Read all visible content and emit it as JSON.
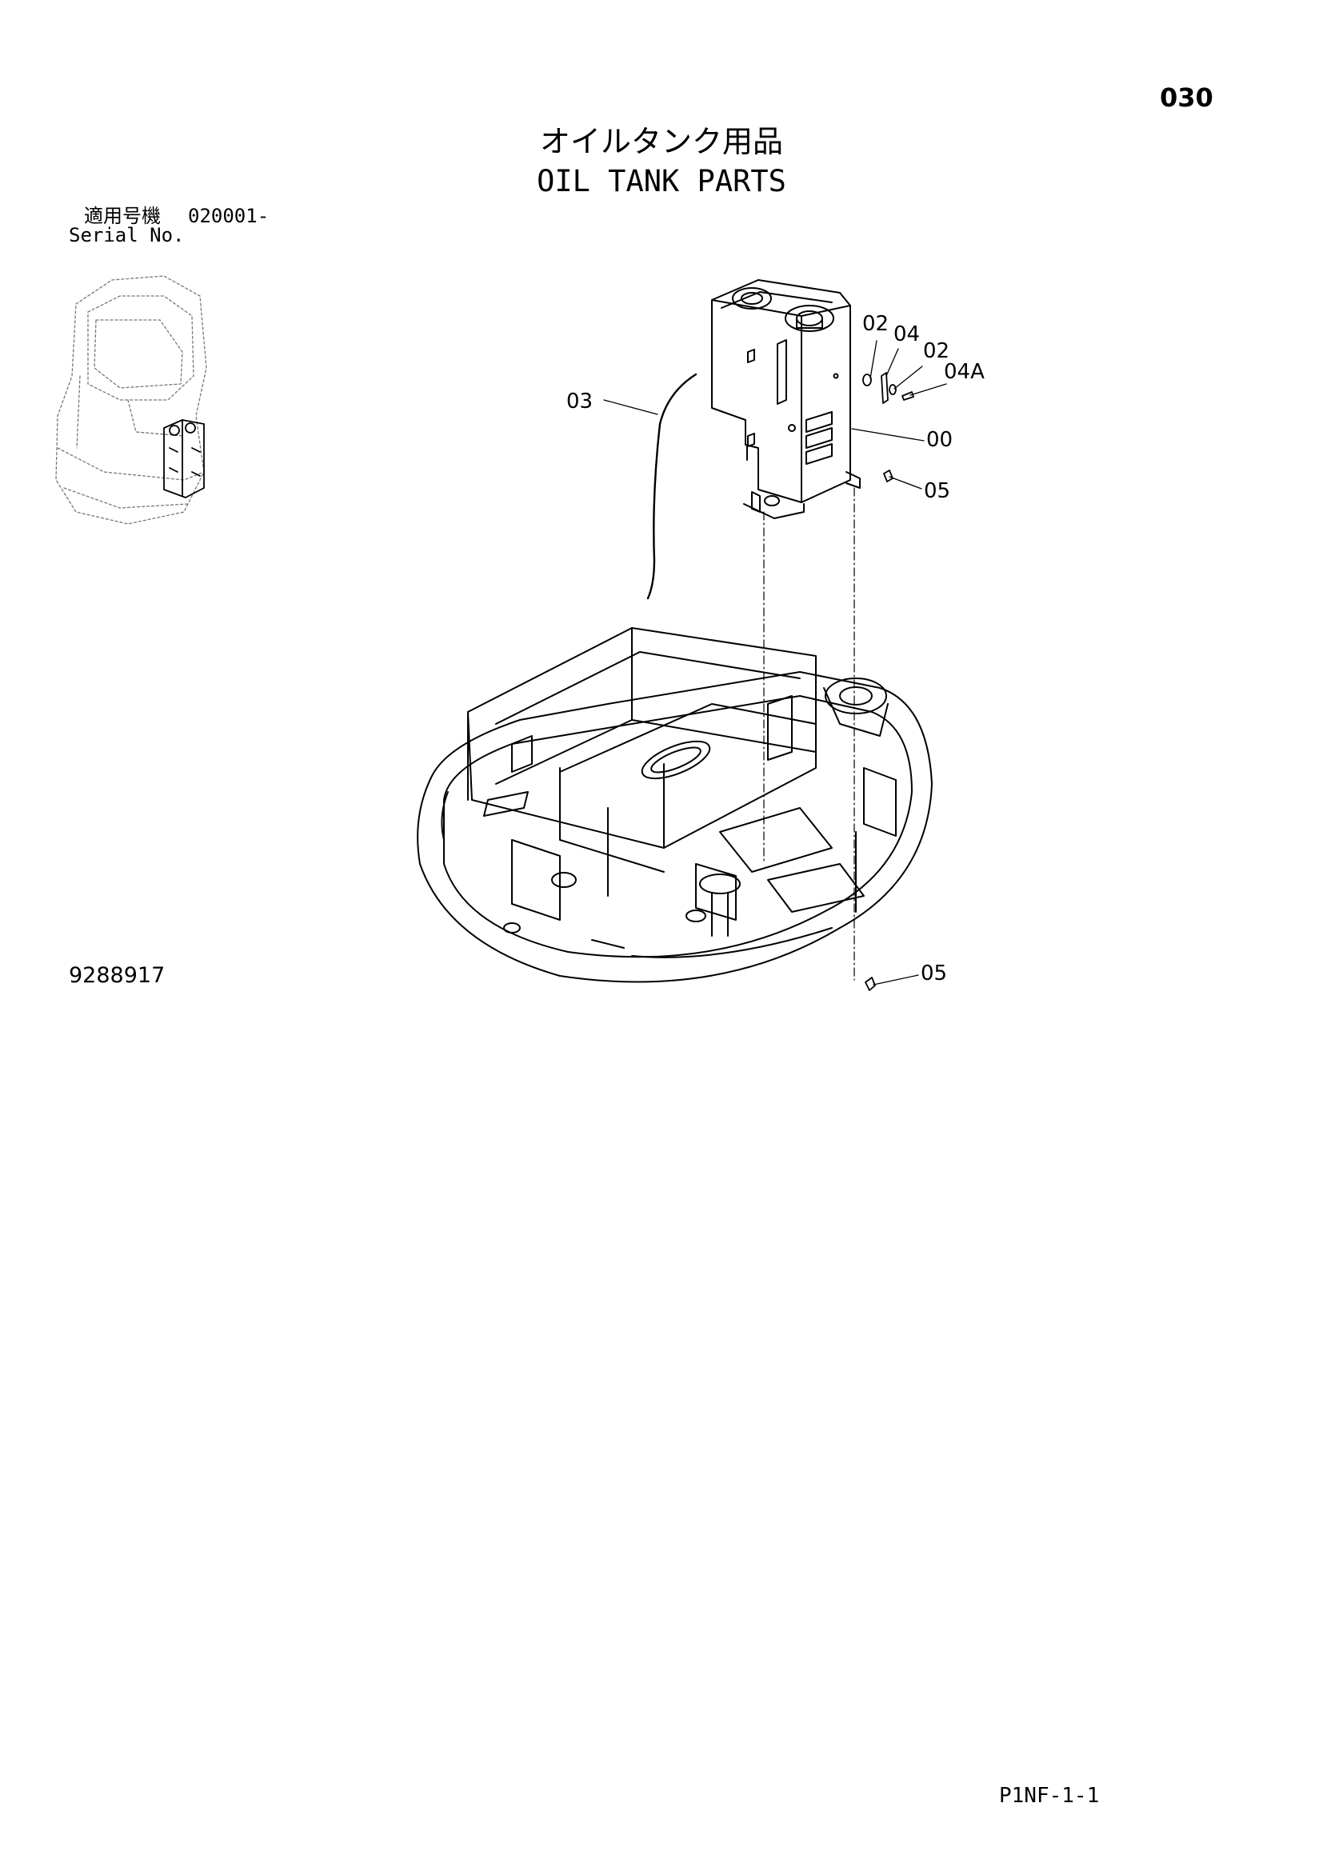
{
  "page_number": "030",
  "title_jp": "オイルタンク用品",
  "title_en": "OIL TANK PARTS",
  "serial": {
    "label_jp": "適用号機",
    "range": "020001-",
    "label_en": "Serial No."
  },
  "figure_number": "9288917",
  "footer_code": "P1NF-1-1",
  "callouts": {
    "c02a": "02",
    "c04": "04",
    "c02b": "02",
    "c04A": "04A",
    "c03": "03",
    "c00": "00",
    "c05a": "05",
    "c05b": "05"
  }
}
